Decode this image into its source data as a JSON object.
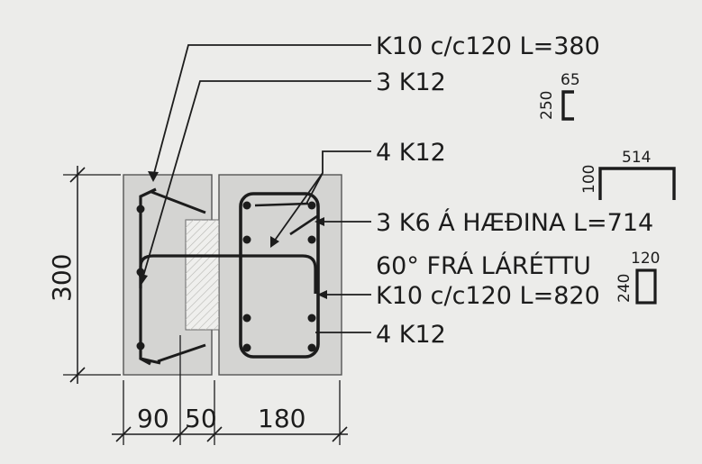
{
  "labels": {
    "k10_short": "K10 c/c120 L=380",
    "k12_top3": "3 K12",
    "k12_top4": "4 K12",
    "k6_line1": "3 K6 Á HÆÐINA L=714",
    "k6_line2": "60° FRÁ LÁRÉTTU",
    "k10_long": "K10 c/c120 L=820",
    "k12_bot4": "4 K12"
  },
  "dimensions": {
    "height": "300",
    "w1": "90",
    "w2": "50",
    "w3": "180"
  },
  "shapes": {
    "hook_h": "250",
    "hook_w": "65",
    "u_w": "514",
    "u_h": "100",
    "rect_w": "120",
    "rect_h": "240"
  },
  "colors": {
    "concrete": "#d4d4d2",
    "insulation": "#efefed",
    "steel": "#1c1c1c",
    "background": "#ececea"
  }
}
